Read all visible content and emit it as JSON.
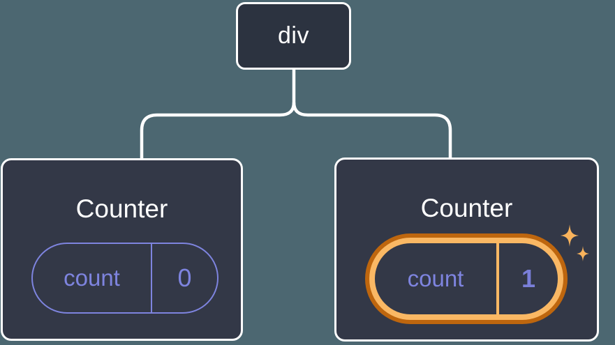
{
  "diagram": {
    "root": {
      "label": "div"
    },
    "components": [
      {
        "title": "Counter",
        "state_name": "count",
        "state_value": "0",
        "highlighted": false
      },
      {
        "title": "Counter",
        "state_name": "count",
        "state_value": "1",
        "highlighted": true
      }
    ]
  },
  "colors": {
    "background": "#4C6771",
    "node_fill": "#2C3340",
    "component_fill": "#333847",
    "stroke_white": "#FFFFFF",
    "state_accent": "#7E84DF",
    "state_value_bold": "#7A7FD9",
    "highlight_outer": "#BE660E",
    "highlight_inner": "#FAB864",
    "sparkle": "#F9B35C"
  }
}
